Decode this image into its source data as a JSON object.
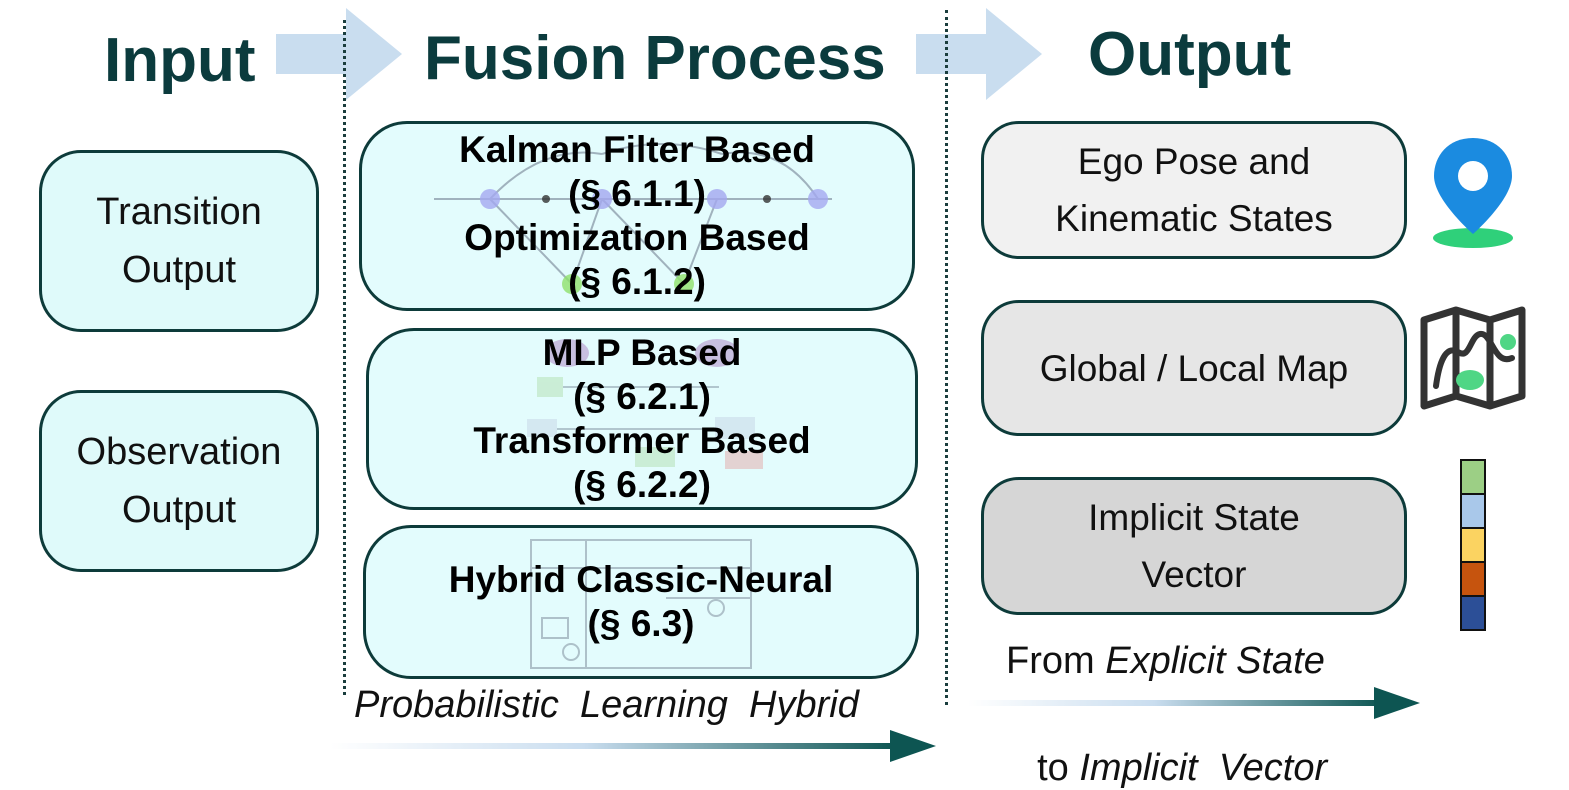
{
  "headings": {
    "input": "Input",
    "fusion": "Fusion Process",
    "output": "Output"
  },
  "inputs": [
    {
      "line1": "Transition",
      "line2": "Output"
    },
    {
      "line1": "Observation",
      "line2": "Output"
    }
  ],
  "fusion": [
    {
      "lines": [
        "Kalman Filter Based",
        "(§ 6.1.1)",
        "Optimization Based",
        "(§ 6.1.2)"
      ]
    },
    {
      "lines": [
        "MLP Based",
        "(§ 6.2.1)",
        "Transformer Based",
        "(§ 6.2.2)"
      ]
    },
    {
      "lines": [
        "Hybrid Classic-Neural",
        "(§ 6.3)"
      ]
    }
  ],
  "outputs": [
    {
      "line1": "Ego Pose and",
      "line2": "Kinematic States",
      "icon": "location-pin-icon",
      "color": "#f1f1f1"
    },
    {
      "line1": "Global / Local Map",
      "icon": "map-icon",
      "color": "#e6e6e6"
    },
    {
      "line1": "Implicit State",
      "line2": "Vector",
      "icon": "state-vector-icon",
      "color": "#d6d6d6"
    }
  ],
  "fusion_axis": {
    "labels": [
      "Probabilistic",
      "Learning",
      "Hybrid"
    ]
  },
  "output_axis": {
    "line1_prefix": "From ",
    "line1_em": "Explicit State",
    "line2_prefix": "to ",
    "line2_em": "Implicit  Vector"
  },
  "vector_colors": [
    "#9ccf85",
    "#a9c8ea",
    "#fbd361",
    "#c6540e",
    "#2c4f97"
  ],
  "pin_colors": {
    "pin": "#1b8be0",
    "ground": "#2fd07a"
  },
  "map_colors": {
    "outline": "#333333",
    "accent": "#4fd685"
  },
  "accent_arrow": "#c9ddef"
}
